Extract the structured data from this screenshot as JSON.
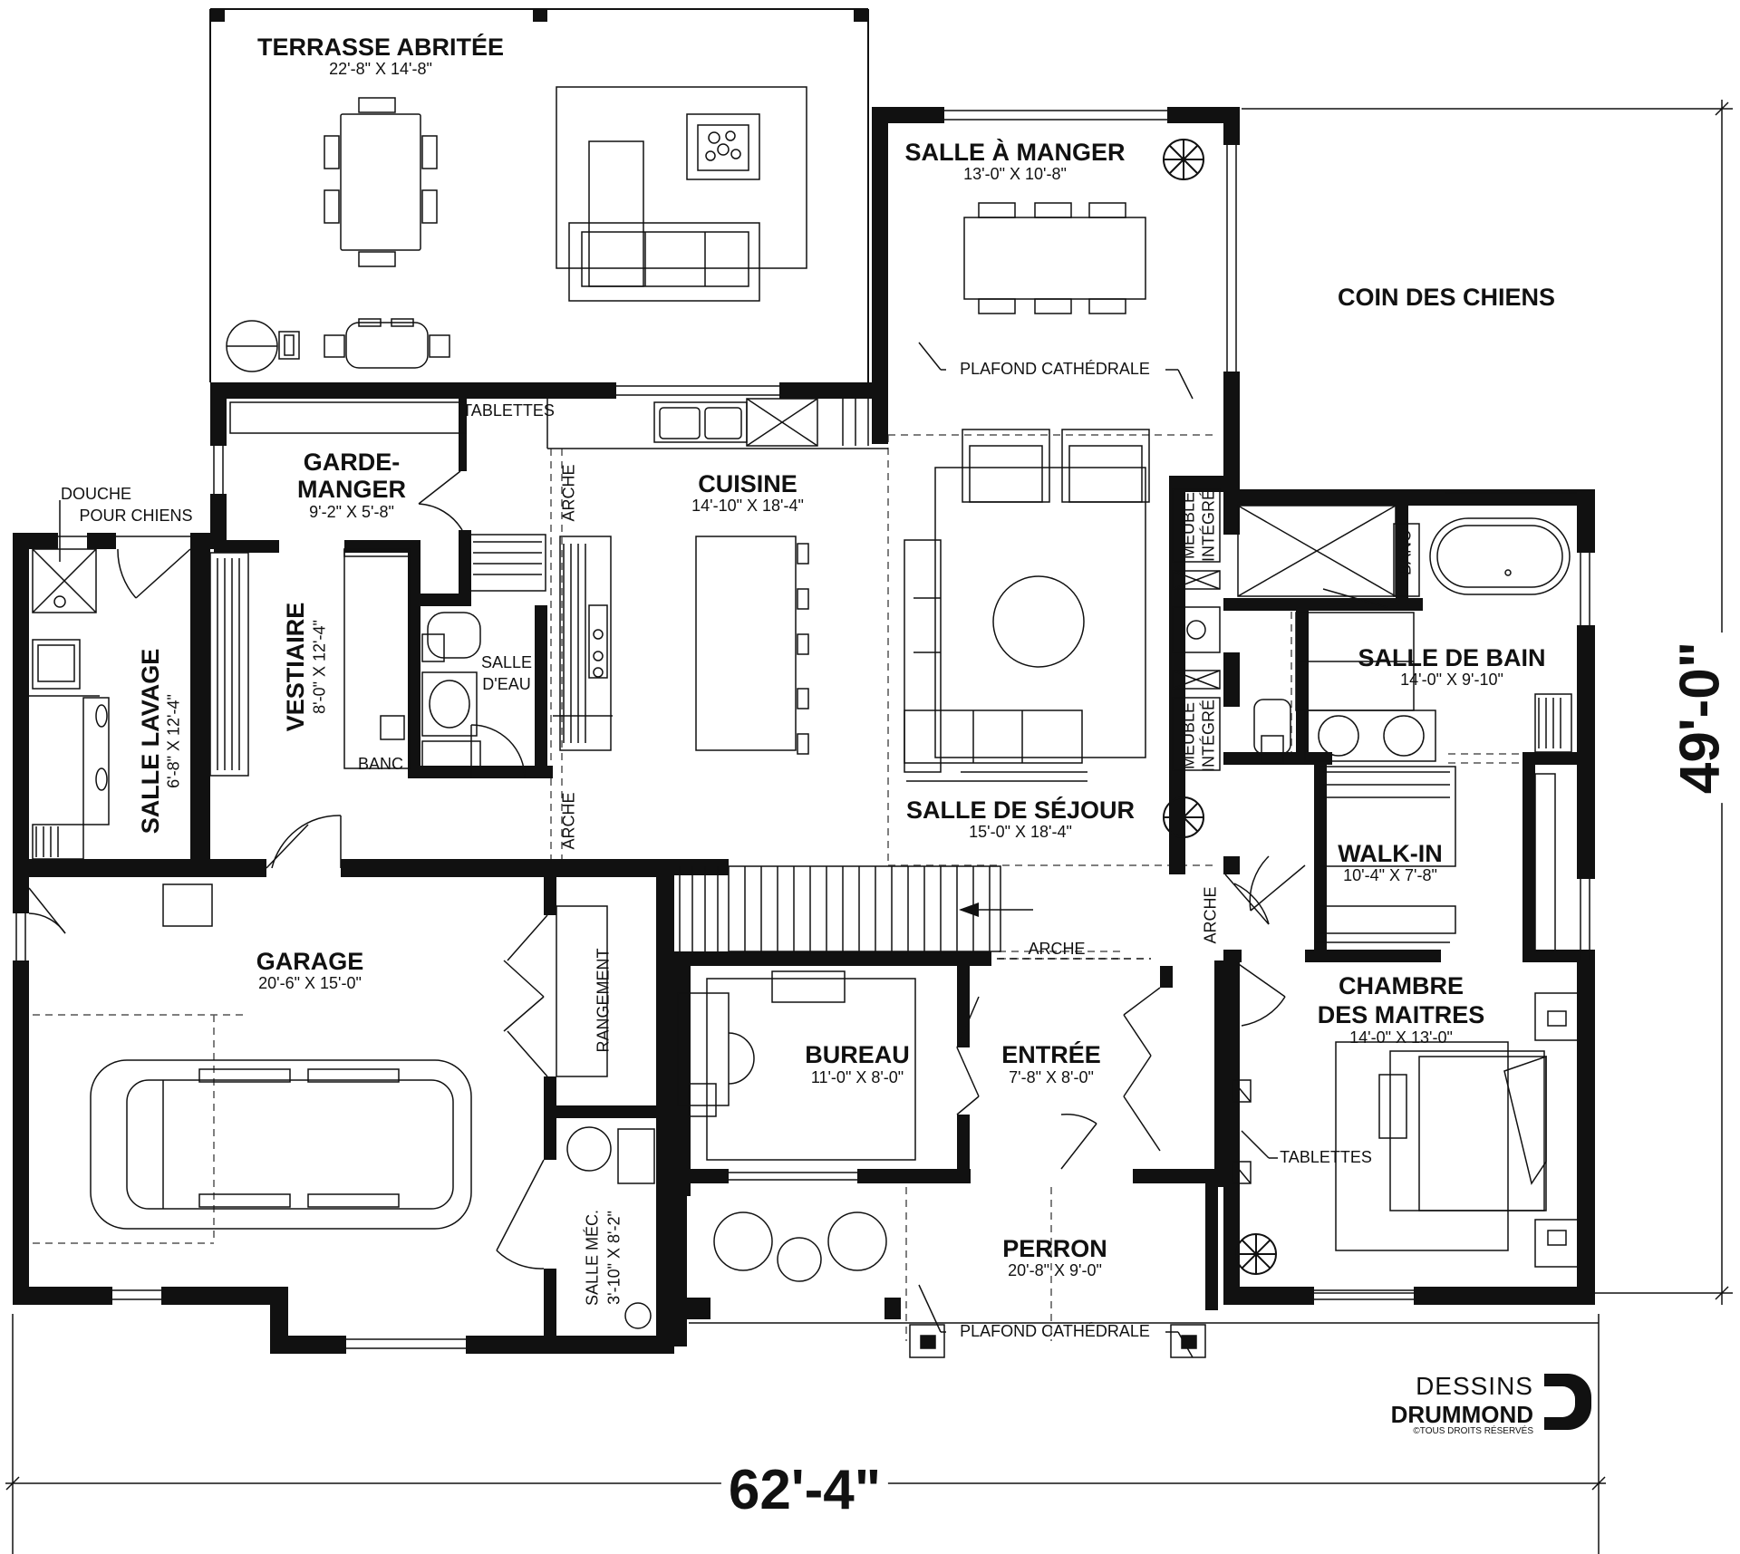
{
  "rooms": {
    "terrasse": {
      "name": "TERRASSE ABRITÉE",
      "dim": "22'-8\" X 14'-8\""
    },
    "salle_manger": {
      "name": "SALLE À MANGER",
      "dim": "13'-0\" X 10'-8\""
    },
    "coin_chiens": {
      "name": "COIN DES CHIENS"
    },
    "garde_manger": {
      "name_line1": "GARDE-",
      "name_line2": "MANGER",
      "dim": "9'-2\" X 5'-8\""
    },
    "cuisine": {
      "name": "CUISINE",
      "dim": "14'-10\" X 18'-4\""
    },
    "salle_lavage": {
      "name": "SALLE LAVAGE",
      "dim": "6'-8\" X 12'-4\""
    },
    "vestiaire": {
      "name": "VESTIAIRE",
      "dim": "8'-0\" X 12'-4\""
    },
    "salle_eau": {
      "name_line1": "SALLE",
      "name_line2": "D'EAU"
    },
    "salle_bain": {
      "name": "SALLE DE BAIN",
      "dim": "14'-0\" X 9'-10\""
    },
    "salle_sejour": {
      "name": "SALLE DE SÉJOUR",
      "dim": "15'-0\" X 18'-4\""
    },
    "walk_in": {
      "name": "WALK-IN",
      "dim": "10'-4\" X 7'-8\""
    },
    "garage": {
      "name": "GARAGE",
      "dim": "20'-6\" X 15'-0\""
    },
    "chambre": {
      "name_line1": "CHAMBRE",
      "name_line2": "DES MAITRES",
      "dim": "14'-0\" X 13'-0\""
    },
    "bureau": {
      "name": "BUREAU",
      "dim": "11'-0\" X 8'-0\""
    },
    "entree": {
      "name": "ENTRÉE",
      "dim": "7'-8\" X 8'-0\""
    },
    "salle_mec": {
      "name": "SALLE MÉC.",
      "dim": "3'-10\" X 8'-2\""
    },
    "perron": {
      "name": "PERRON",
      "dim": "20'-8\" X 9'-0\""
    }
  },
  "notes": {
    "tablettes": "TABLETTES",
    "douche_line1": "DOUCHE",
    "douche_line2": "POUR CHIENS",
    "arche": "ARCHE",
    "banc": "BANC",
    "plafond": "PLAFOND CATHÉDRALE",
    "meuble_line1": "MEUBLE",
    "meuble_line2": "INTÉGRÉ",
    "rangement": "RANGEMENT"
  },
  "dimensions": {
    "width": "62'-4\"",
    "depth": "49'-0\""
  },
  "brand": {
    "line1": "DESSINS",
    "line2": "DRUMMOND",
    "line3": "©TOUS DROITS RÉSERVÉS",
    "logo_letter": "D"
  }
}
